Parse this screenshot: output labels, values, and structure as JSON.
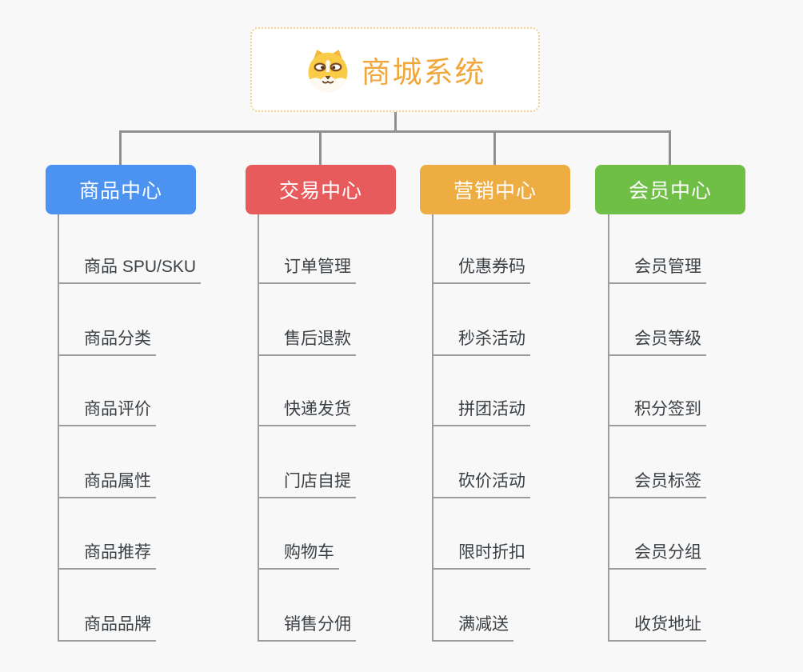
{
  "page": {
    "background": "#F8F8F8",
    "connector_color": "#8F8F8F",
    "underline_color": "#9C9C9C"
  },
  "root": {
    "title": "商城系统",
    "title_color": "#F0A73C",
    "border_color": "#F5CE93",
    "icon": "shiba-dog-icon"
  },
  "branches": [
    {
      "label": "商品中心",
      "color": "#4B92F1",
      "children": [
        "商品 SPU/SKU",
        "商品分类",
        "商品评价",
        "商品属性",
        "商品推荐",
        "商品品牌"
      ]
    },
    {
      "label": "交易中心",
      "color": "#E85B5C",
      "children": [
        "订单管理",
        "售后退款",
        "快递发货",
        "门店自提",
        "购物车",
        "销售分佣"
      ]
    },
    {
      "label": "营销中心",
      "color": "#EDAD42",
      "children": [
        "优惠券码",
        "秒杀活动",
        "拼团活动",
        "砍价活动",
        "限时折扣",
        "满减送"
      ]
    },
    {
      "label": "会员中心",
      "color": "#6FBE45",
      "children": [
        "会员管理",
        "会员等级",
        "积分签到",
        "会员标签",
        "会员分组",
        "收货地址"
      ]
    }
  ]
}
